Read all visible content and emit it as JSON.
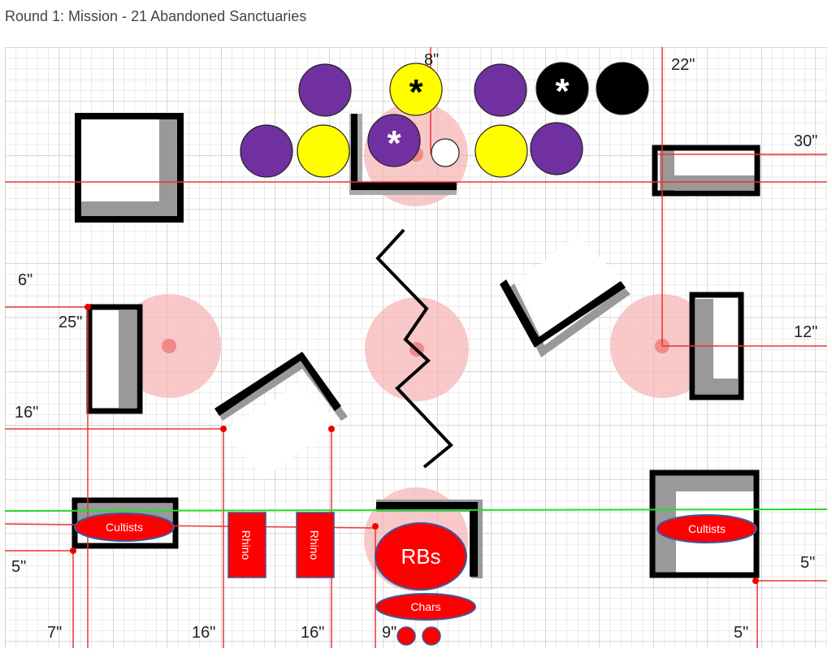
{
  "title": "Round 1: Mission - 21 Abandoned Sanctuaries",
  "measurements": {
    "top_8": "8\"",
    "top_22": "22\"",
    "right_30": "30\"",
    "left_6": "6\"",
    "left_25": "25\"",
    "right_12": "12\"",
    "left_16": "16\"",
    "left_5": "5\"",
    "right_5": "5\"",
    "bottom_7": "7\"",
    "bottom_16a": "16\"",
    "bottom_16b": "16\"",
    "bottom_9": "9\"",
    "bottom_5": "5\""
  },
  "units": {
    "cultists_left": "Cultists",
    "cultists_right": "Cultists",
    "rhino_1": "Rhino",
    "rhino_2": "Rhino",
    "rbs": "RBs",
    "chars": "Chars"
  },
  "tokens": {
    "star": "*"
  },
  "colors": {
    "purple": "#7030a0",
    "yellow": "#ffff00",
    "black": "#000000",
    "red_unit": "#ff0000",
    "objective": "#f7b6b6",
    "deploy_line": "#22dd22",
    "measure_line": "#ee3333"
  }
}
